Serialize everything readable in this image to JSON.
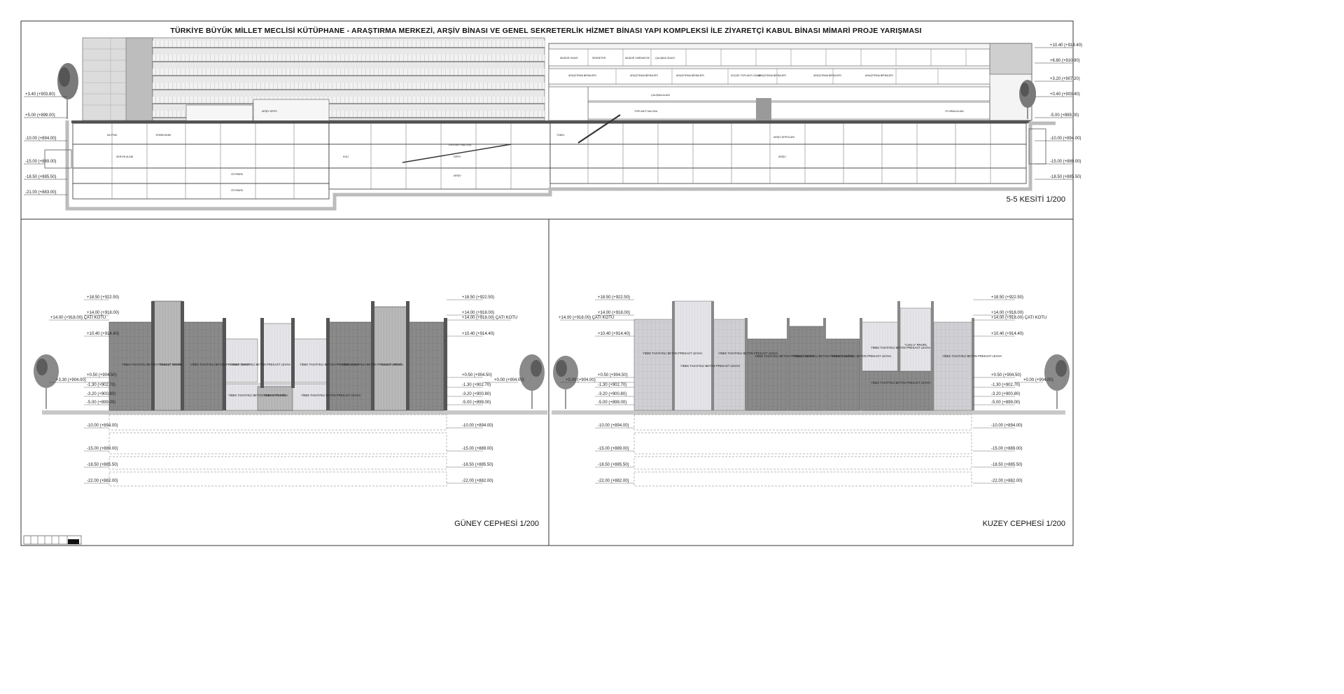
{
  "sheet": {
    "title": "TÜRKİYE BÜYÜK MİLLET MECLİSİ KÜTÜPHANE - ARAŞTIRMA MERKEZİ, ARŞİV BİNASI VE GENEL SEKRETERLİK HİZMET BİNASI YAPI KOMPLEKSİ İLE ZİYARETÇİ KABUL BİNASI MİMARİ PROJE YARIŞMASI"
  },
  "section": {
    "title": "5-5 KESİTİ 1/200",
    "levels_left": [
      "+3.40 (+903.80)",
      "+5.00 (+899.00)",
      "-10.00 (+894.00)",
      "-15.00 (+889.00)",
      "-18.50 (+885.50)",
      "-21.00 (+883.00)"
    ],
    "levels_right": [
      "+10.40 (+914.40)",
      "+6.80 (+910.80)",
      "+3.20 (+907.20)",
      "+0.40 (+903.40)",
      "-5.00 (+899.00)",
      "-10.00 (+894.00)",
      "-15.00 (+889.00)",
      "-18.50 (+885.50)"
    ],
    "rooms_left": [
      "MUTFAK",
      "YEMEKHANE",
      "SERVİS ALANI",
      "OTOPARK",
      "OTOPARK",
      "ARŞİV DEPO"
    ],
    "rooms_mid": [
      "KOLİ",
      "TOPLANTI SALONU",
      "DEPO",
      "ARŞİV"
    ],
    "rooms_right": [
      "TÜNEL",
      "ARŞİV DEPOLARI",
      "ARŞİV",
      "TOPLANTI SALONU",
      "ÇALIŞMA ALANI",
      "OTURMA ALANI"
    ],
    "rooms_upper": [
      "MÜDÜR ODASI",
      "SEKRETER",
      "MÜDÜR YARDIMCISI",
      "ÇALIŞMA ODASI",
      "ARAŞTIRMA BİRİMLERİ",
      "ARAŞTIRMA BİRİMLERİ",
      "KÜÇÜK TOPLANTI ODASI",
      "ARAŞTIRMA BİRİMLERİ",
      "ARAŞTIRMA BİRİMLERİ",
      "ARAŞTIRMA BİRİMLERİ",
      "ARAŞTIRMA BİRİMLERİ"
    ]
  },
  "south": {
    "title": "GÜNEY CEPHESİ 1/200",
    "levels_left": [
      "+18.50 (+922.50)",
      "+14.00 (+918.00)",
      "+14.00 (+918.00) ÇATI KOTU",
      "+10.40 (+914.40)",
      "+0.50 (+904.50)",
      "+3.30 (+904.00)",
      "-1.30 (+902.70)",
      "-3.20 (+900.80)",
      "-5.00 (+899.00)",
      "-10.00 (+894.00)",
      "-15.00 (+889.00)",
      "-18.50 (+885.50)",
      "-22.00 (+882.00)"
    ],
    "levels_right": [
      "+18.50 (+922.50)",
      "+14.00 (+918.00)",
      "+14.00 (+918.00) ÇATI KOTU",
      "+10.40 (+914.40)",
      "+0.50 (+904.50)",
      "+0.00 (+904.00)",
      "-1.30 (+902.70)",
      "-3.20 (+900.80)",
      "-5.00 (+899.00)",
      "-10.00 (+894.00)",
      "-15.00 (+889.00)",
      "-18.50 (+885.50)",
      "-22.00 (+882.00)"
    ],
    "materials": [
      "YİBEK TAKVİYELİ BETON PREKAST LEVHA",
      "\"CAM U\" PROFİL",
      "YİBEK TAKVİYELİ BETON PREKAST LEVHA",
      "YİBEK TAKVİYELİ BETON PREKAST LEVHA",
      "YİBEK TAKVİYELİ BETON PREKAST LEVHA",
      "\"CAM U\" PROFİL",
      "YİBEK TAKVİYELİ BETON PREKAST LEVHA",
      "YİBEK TAKVİYELİ BETON PREKAST LEVHA",
      "\"CAM U\" PROFİL",
      "YİBEK TAKVİYELİ BETON PREKAST LEVHA"
    ]
  },
  "north": {
    "title": "KUZEY CEPHESİ 1/200",
    "levels_left": [
      "+18.50 (+922.50)",
      "+14.00 (+918.00)",
      "+14.00 (+918.00) ÇATI KOTU",
      "+10.40 (+914.40)",
      "+0.50 (+904.50)",
      "+0.00 (+904.00)",
      "-1.30 (+902.70)",
      "-3.20 (+900.80)",
      "-5.00 (+899.00)",
      "-10.00 (+894.00)",
      "-15.00 (+889.00)",
      "-18.50 (+885.50)",
      "-22.00 (+882.00)"
    ],
    "levels_right": [
      "+18.50 (+922.50)",
      "+14.00 (+918.00)",
      "+14.00 (+918.00) ÇATI KOTU",
      "+10.40 (+914.40)",
      "+0.50 (+904.50)",
      "+0.00 (+904.00)",
      "-1.30 (+902.70)",
      "-3.20 (+900.80)",
      "-5.00 (+899.00)",
      "-10.00 (+894.00)",
      "-15.00 (+889.00)",
      "-18.50 (+885.50)",
      "-22.00 (+882.00)"
    ],
    "materials": [
      "YİBEK TAKVİYELİ BETON PREKAST LEVHA",
      "YİBEK TAKVİYELİ BETON PREKAST LEVHA",
      "YİBEK TAKVİYELİ BETON PREKAST LEVHA",
      "YİBEK TAKVİYELİ BETON PREKAST LEVHA",
      "YİBEK TAKVİYELİ BETON PREKAST LEVHA",
      "YİBEK TAKVİYELİ BETON PREKAST LEVHA",
      "\"CAM U\" PROFİL",
      "YİBEK TAKVİYELİ BETON PREKAST LEVHA",
      "YİBEK TAKVİYELİ BETON PREKAST LEVHA",
      "YİBEK TAKVİYELİ BETON PREKAST LEVHA"
    ]
  },
  "colors": {
    "ink": "#111111",
    "panel_dark": "#777777",
    "panel_mid": "#a8a8a8",
    "panel_light": "#d6d6d6",
    "glass": "#e6e6ea",
    "ground": "#c8c8c8"
  }
}
